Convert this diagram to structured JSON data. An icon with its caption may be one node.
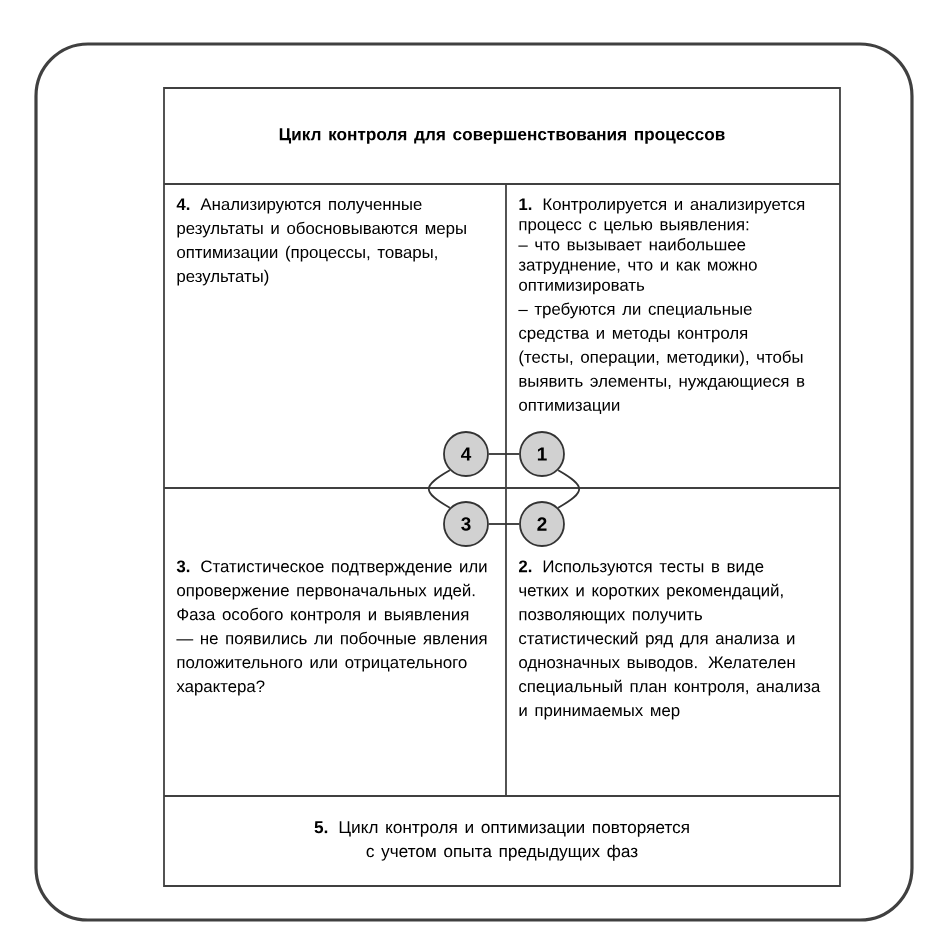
{
  "diagram": {
    "nodes": [
      {
        "text": [
          "Цикл контроля для совершенствования процессов"
        ]
      },
      {
        "text": [
          "**4.** Анализируются полученные результаты и обосновываются меры оптимизации (процессы, товары, результаты)"
        ]
      },
      {
        "text": [
          "**1.** Контролируется и анализируется процесс с целью выявления:",
          "– что вызывает наибольшее затруднение, что и как можно оптимизировать",
          "– требуются ли специальные средства и методы контроля (тесты, операции, методики), чтобы выявить элементы, нуждающиеся в оптимизации"
        ]
      },
      {
        "text": [
          "**3.** Статистическое подтверждение или опровержение первоначальных идей. Фаза особого контроля и выявления — не появились ли побочные явления положительного или отрицательного характера?"
        ]
      },
      {
        "text": [
          "**2.** Используются тесты в виде четких и коротких рекомендаций, позволяющих получить статистический ряд для анализа и однозначных выводов. Желателен специальный план контроля, анализа и принимаемых мер"
        ]
      },
      {
        "text": [
          "**5.** Цикл контроля и оптимизации повторяется с учетом опыта предыдущих фаз"
        ]
      },
      {
        "text": [
          "4"
        ]
      },
      {
        "text": [
          "1"
        ]
      },
      {
        "text": [
          "3"
        ]
      },
      {
        "text": [
          "2"
        ]
      }
    ],
    "edges": [
      {
        "from": 6,
        "to": 7,
        "arrow": "none"
      },
      {
        "from": 7,
        "to": 9,
        "arrow": "none"
      },
      {
        "from": 9,
        "to": 8,
        "arrow": "none"
      },
      {
        "from": 8,
        "to": 6,
        "arrow": "none"
      }
    ]
  }
}
